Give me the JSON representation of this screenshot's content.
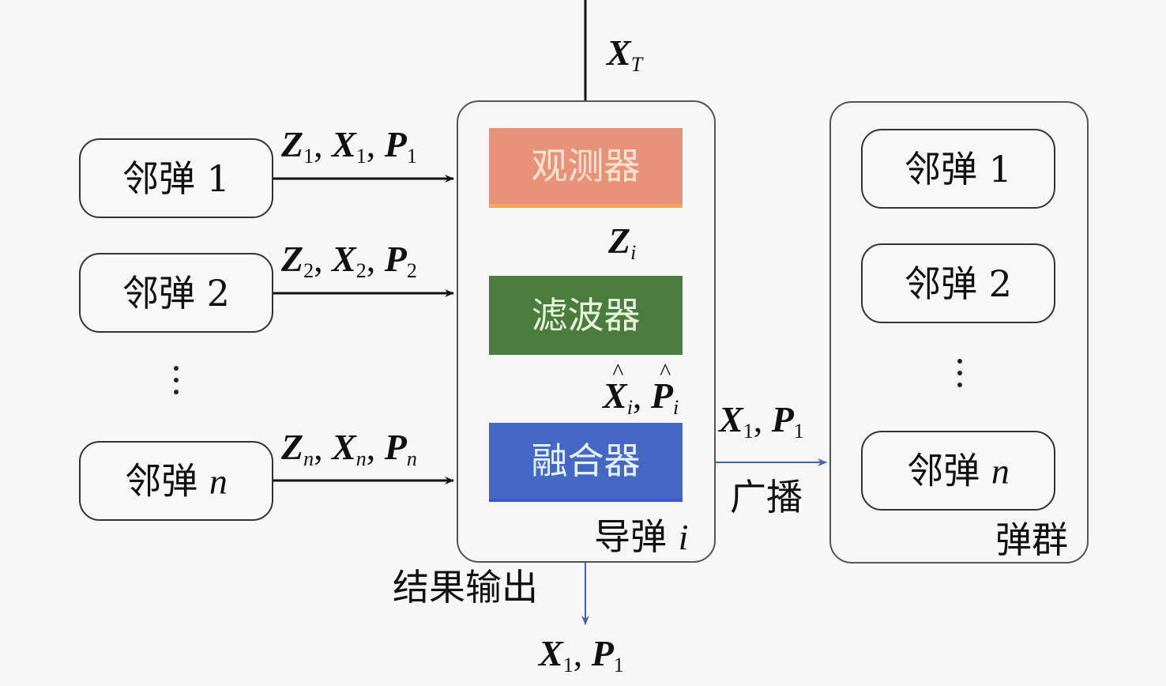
{
  "diagram": {
    "input_top": {
      "symbol": "X",
      "sub": "T"
    },
    "neighbors_left": [
      {
        "label": "邻弹",
        "index": "1",
        "index_italic": false,
        "signal": {
          "a": "Z",
          "b": "X",
          "c": "P",
          "sub": "1",
          "sub_italic": false
        }
      },
      {
        "label": "邻弹",
        "index": "2",
        "index_italic": false,
        "signal": {
          "a": "Z",
          "b": "X",
          "c": "P",
          "sub": "2",
          "sub_italic": false
        }
      },
      {
        "label": "邻弹",
        "index": "n",
        "index_italic": true,
        "signal": {
          "a": "Z",
          "b": "X",
          "c": "P",
          "sub": "n",
          "sub_italic": true
        }
      }
    ],
    "ellipsis_left": "⋮",
    "missile": {
      "label": "导弹",
      "index": "i",
      "blocks": [
        {
          "name": "observer",
          "label": "观测器",
          "color": "#e89a73"
        },
        {
          "name": "filter",
          "label": "滤波器",
          "color": "#4a7c3e"
        },
        {
          "name": "fuser",
          "label": "融合器",
          "color": "#4468c4"
        }
      ],
      "observer_output": {
        "symbol": "Z",
        "sub": "i"
      },
      "filter_output": {
        "a": "X",
        "b": "P",
        "sub": "i",
        "hat": true
      }
    },
    "broadcast": {
      "label": "广播",
      "signal": {
        "a": "X",
        "b": "P",
        "sub": "1"
      },
      "color": "#4a5fb0"
    },
    "swarm": {
      "label": "弹群",
      "members": [
        {
          "label": "邻弹",
          "index": "1",
          "index_italic": false
        },
        {
          "label": "邻弹",
          "index": "2",
          "index_italic": false
        },
        {
          "label": "邻弹",
          "index": "n",
          "index_italic": true
        }
      ]
    },
    "output": {
      "label": "结果输出",
      "signal": {
        "a": "X",
        "b": "P",
        "sub": "1"
      }
    },
    "colors": {
      "observer_arrow": "#e8857a",
      "filter_arrow": "#4a7c3e",
      "fuser_arrow": "#4a5fb0",
      "line": "#111111"
    }
  }
}
